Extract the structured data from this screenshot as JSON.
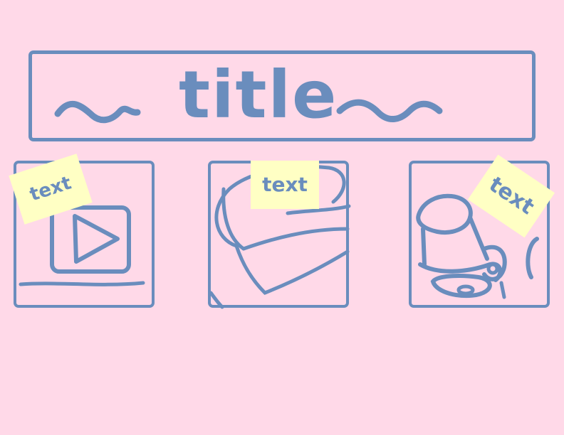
{
  "title": "title",
  "cards": [
    {
      "note": "text",
      "image_icon": "video-play-icon"
    },
    {
      "note": "text",
      "image_icon": "pen-sketch-icon"
    },
    {
      "note": "text",
      "image_icon": "inhaler-icon"
    }
  ],
  "colors": {
    "background": "#ffd9e8",
    "stroke": "#6a8dbd",
    "note": "#ffffc4"
  }
}
